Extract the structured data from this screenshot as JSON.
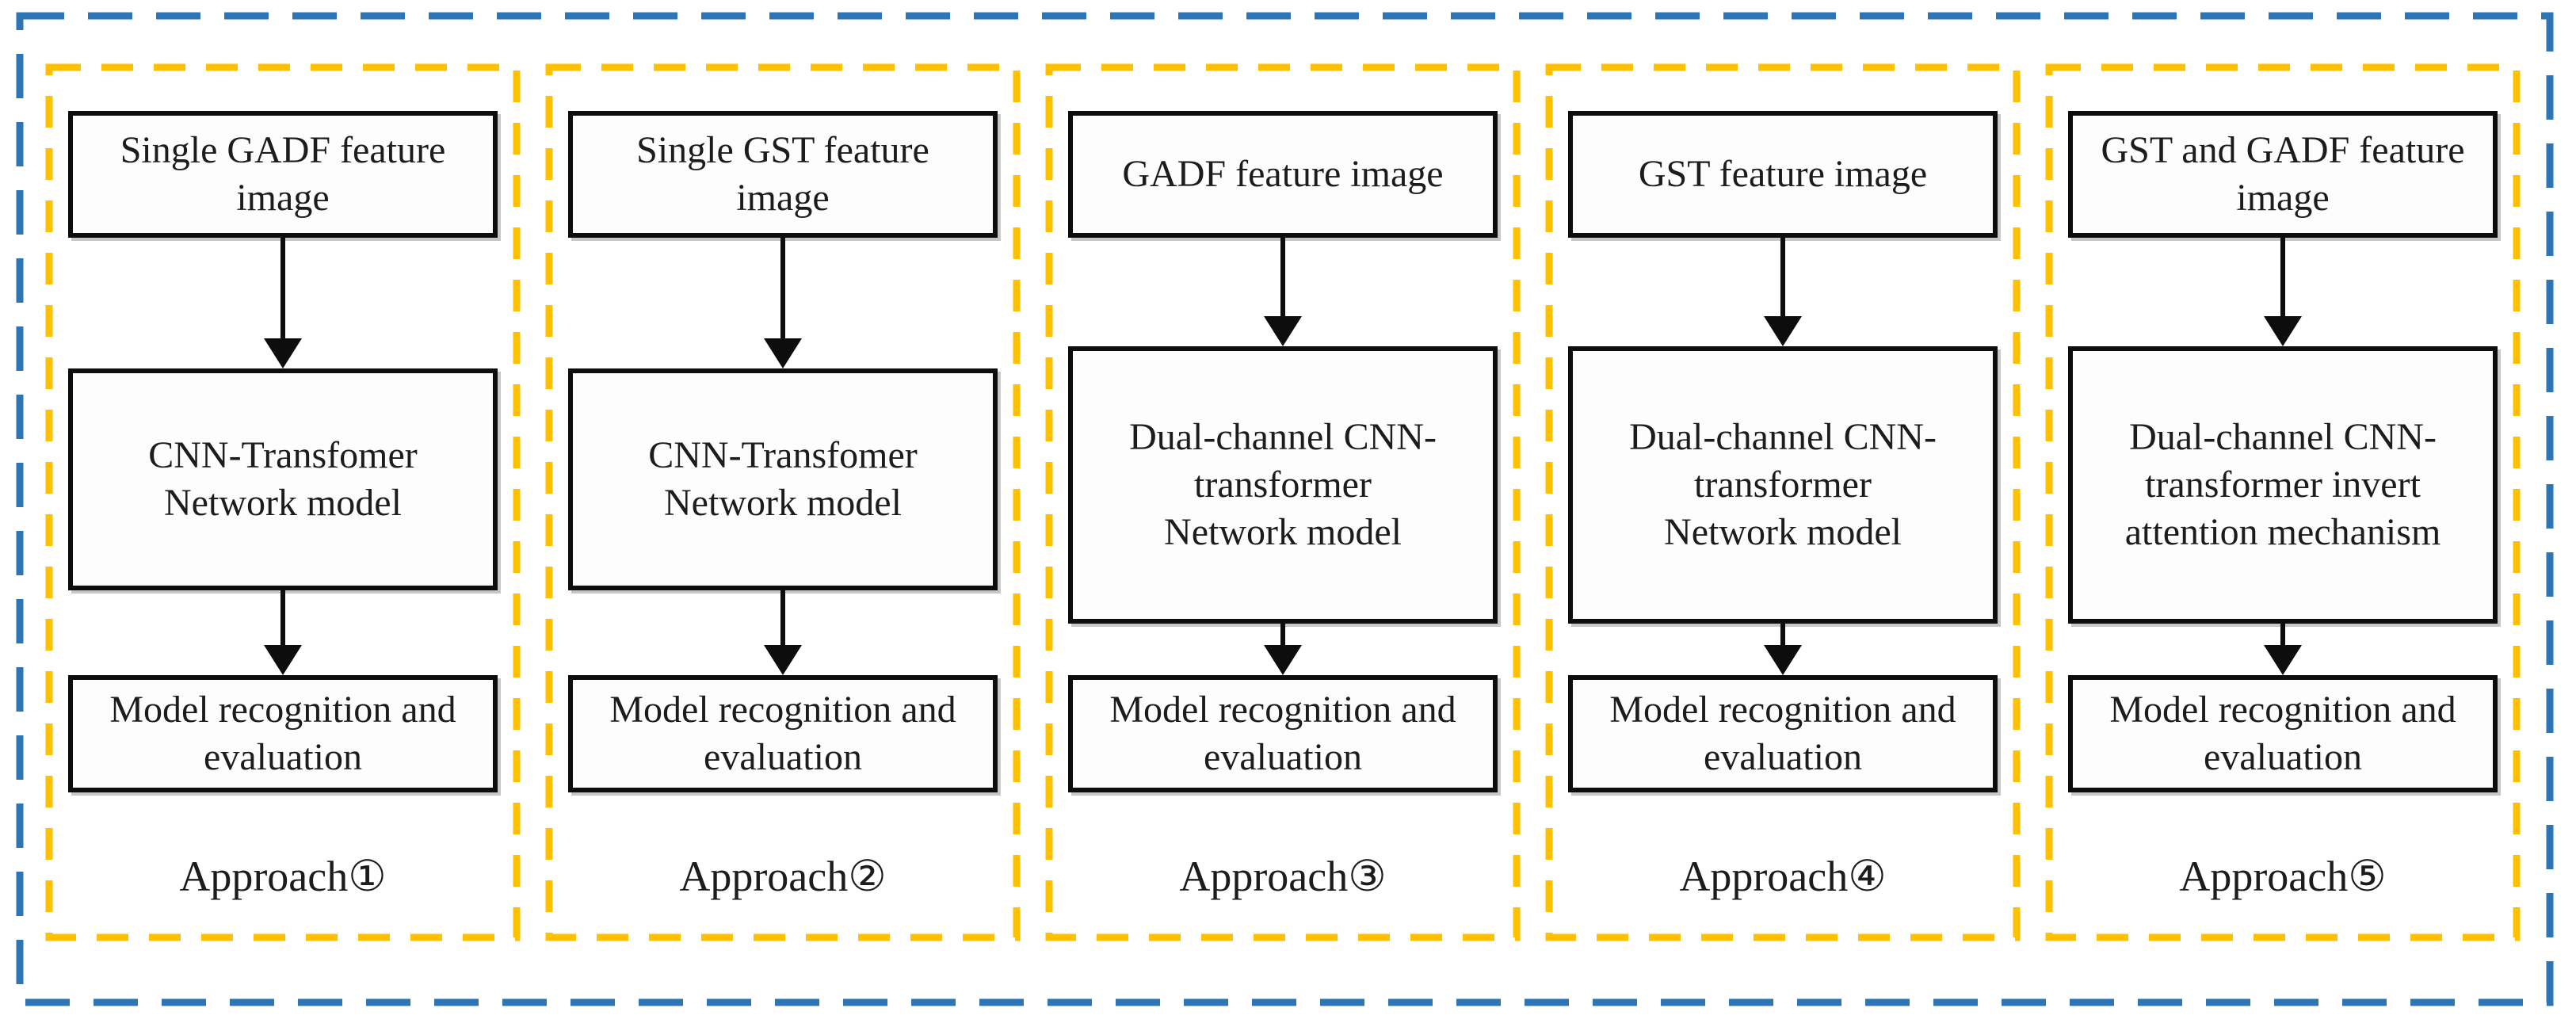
{
  "colors": {
    "outer_border": "#2E75B6",
    "group_border": "#FFC000",
    "box_border": "#0D0D0D",
    "box_fill": "#FDFDFD",
    "text": "#1C1C1C"
  },
  "approaches": [
    {
      "label": "Approach①",
      "steps": [
        "Single GADF feature\nimage",
        "CNN-Transfomer\nNetwork model",
        "Model recognition and\nevaluation"
      ]
    },
    {
      "label": "Approach②",
      "steps": [
        "Single GST feature\nimage",
        "CNN-Transfomer\nNetwork model",
        "Model recognition and\nevaluation"
      ]
    },
    {
      "label": "Approach③",
      "steps": [
        "GADF feature image",
        "Dual-channel CNN-\ntransformer\nNetwork model",
        "Model recognition and\nevaluation"
      ]
    },
    {
      "label": "Approach④",
      "steps": [
        "GST feature image",
        "Dual-channel CNN-\ntransformer\nNetwork model",
        "Model recognition and\nevaluation"
      ]
    },
    {
      "label": "Approach⑤",
      "steps": [
        "GST and GADF feature\nimage",
        "Dual-channel CNN-\ntransformer invert\nattention mechanism",
        "Model recognition and\nevaluation"
      ]
    }
  ]
}
